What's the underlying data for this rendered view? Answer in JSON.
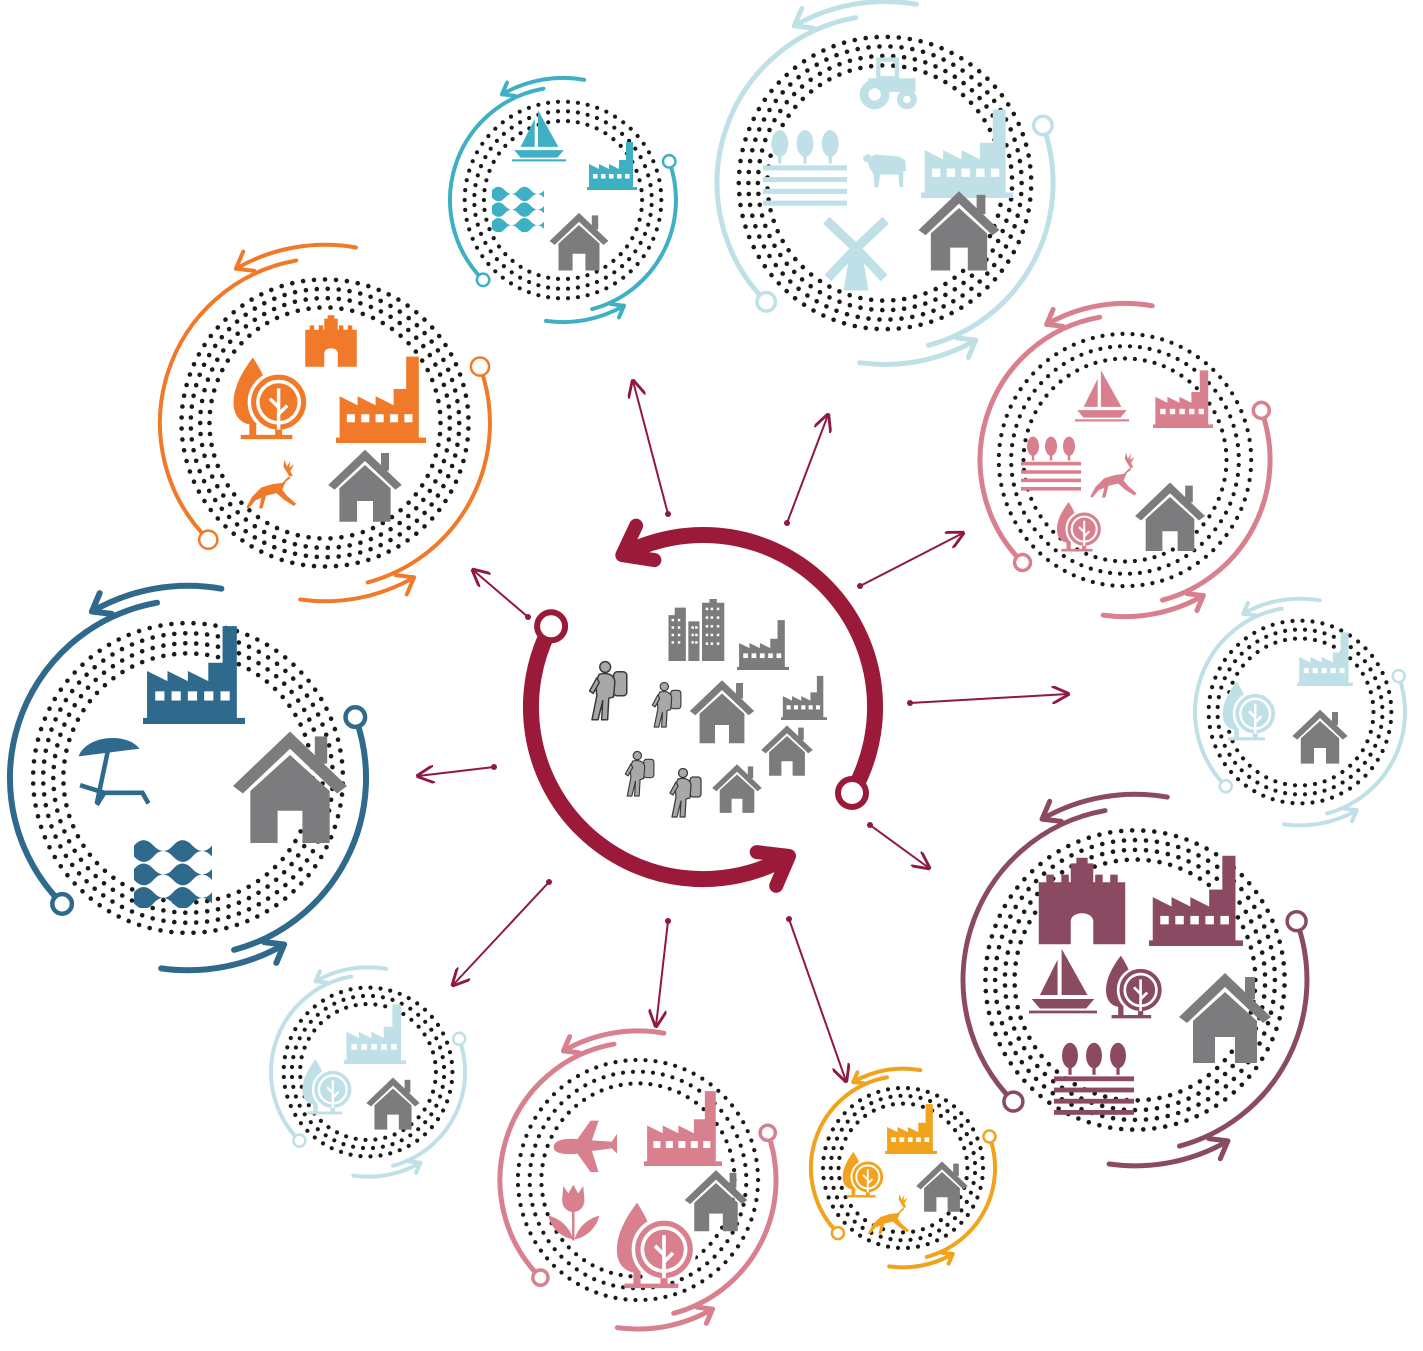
{
  "colors": {
    "hub": "#9b1a3a",
    "arrow": "#8f1a3d",
    "icon_gray": "#7c7c7e",
    "dots": "#1a1a1a",
    "background": "#ffffff"
  },
  "hub": {
    "icons": [
      "hiker-icon",
      "hiker-icon",
      "hiker-icon",
      "hiker-icon",
      "city-buildings-icon",
      "factory-icon",
      "factory-icon",
      "house-icon",
      "house-icon",
      "house-icon"
    ]
  },
  "circles": [
    {
      "id": "teal-small",
      "color": "#3fb0c4",
      "icons": [
        "sailboat-icon",
        "factory-icon",
        "waves-icon",
        "house-icon"
      ]
    },
    {
      "id": "lightblue-large",
      "color": "#bfe0e6",
      "icons": [
        "tractor-icon",
        "orchard-field-icon",
        "cow-icon",
        "factory-icon",
        "windmill-icon",
        "house-icon"
      ]
    },
    {
      "id": "rose-right",
      "color": "#d9808f",
      "icons": [
        "sailboat-icon",
        "factory-icon",
        "orchard-field-icon",
        "deer-icon",
        "trees-icon",
        "house-icon"
      ]
    },
    {
      "id": "lightblue-right",
      "color": "#bfe0e6",
      "icons": [
        "factory-icon",
        "trees-icon",
        "house-icon"
      ]
    },
    {
      "id": "plum-large",
      "color": "#8a4a62",
      "icons": [
        "castle-icon",
        "factory-icon",
        "sailboat-icon",
        "trees-icon",
        "orchard-field-icon",
        "house-icon"
      ]
    },
    {
      "id": "amber-small",
      "color": "#f2a31e",
      "icons": [
        "factory-icon",
        "trees-icon",
        "deer-icon",
        "house-icon"
      ]
    },
    {
      "id": "rose-bottom",
      "color": "#d9808f",
      "icons": [
        "airplane-icon",
        "factory-icon",
        "tulip-icon",
        "trees-icon",
        "house-icon"
      ]
    },
    {
      "id": "lightblue-left",
      "color": "#bfe0e6",
      "icons": [
        "factory-icon",
        "trees-icon",
        "house-icon"
      ]
    },
    {
      "id": "steelblue-large",
      "color": "#2f6a8c",
      "icons": [
        "factory-icon",
        "umbrella-chair-icon",
        "waves-icon",
        "house-icon"
      ]
    },
    {
      "id": "orange",
      "color": "#f07a2a",
      "icons": [
        "trees-icon",
        "castle-icon",
        "factory-icon",
        "deer-icon",
        "house-icon"
      ]
    }
  ]
}
